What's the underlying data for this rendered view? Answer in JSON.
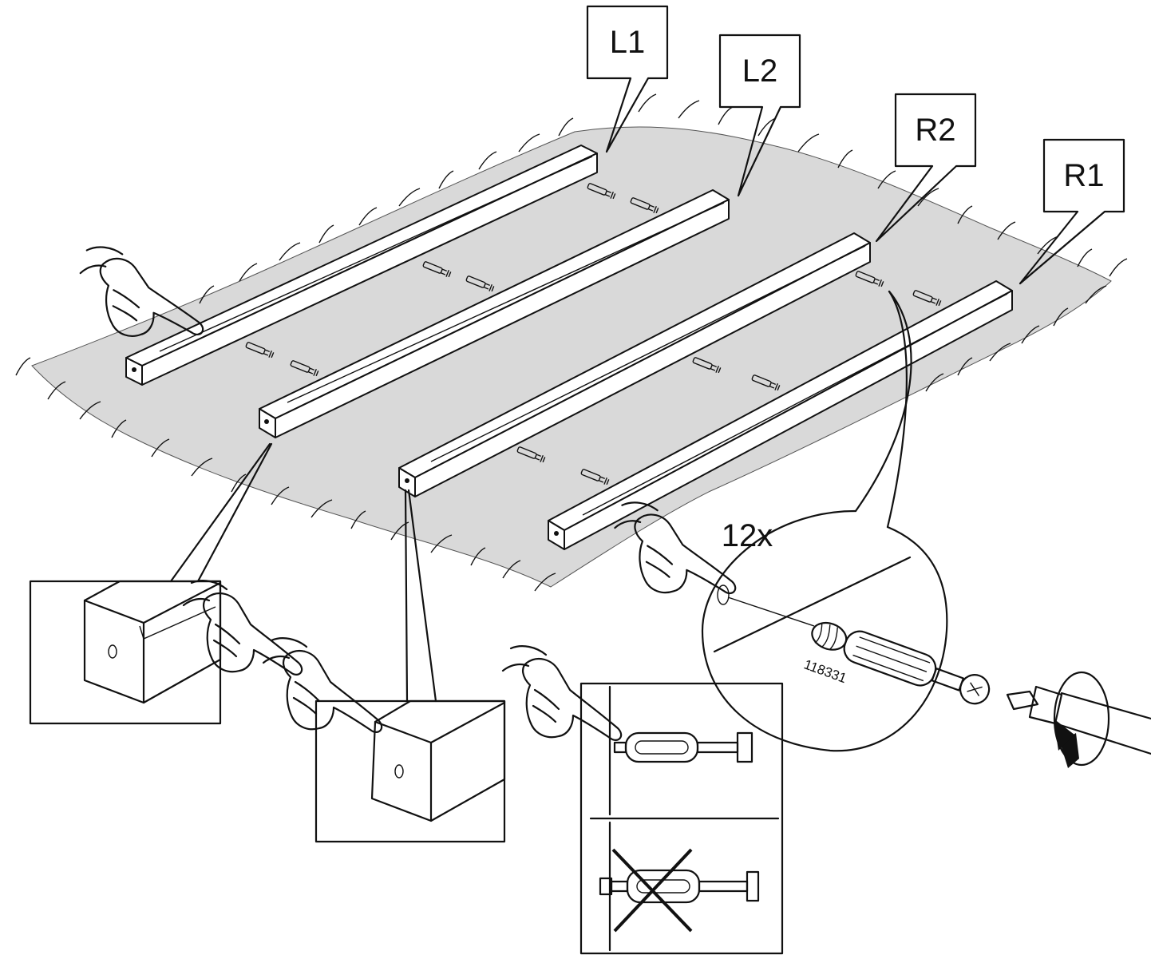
{
  "labels": {
    "rail_l1": "L1",
    "rail_l2": "L2",
    "rail_r2": "R2",
    "rail_r1": "R1"
  },
  "detail": {
    "quantity": "12x",
    "part_number": "118331"
  },
  "colors": {
    "line": "#111111",
    "paper": "#d9d9d9",
    "wood": "#ffffff"
  },
  "icons": [
    "pointing-hand-icon",
    "rotate-arrow-icon",
    "cross-mark-icon",
    "screwdriver-icon",
    "dowel-icon"
  ]
}
